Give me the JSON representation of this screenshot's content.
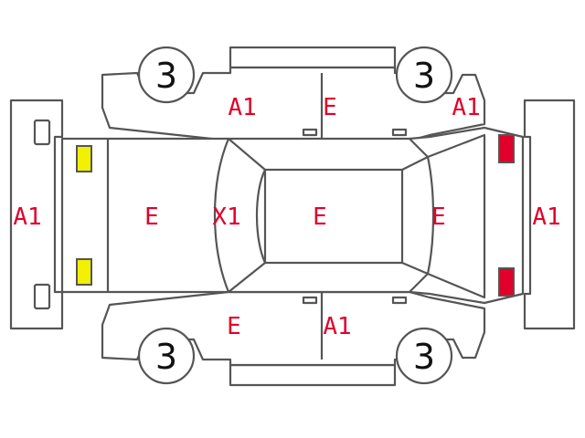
{
  "marks": {
    "rear_bumper": "A1",
    "trunk": "E",
    "rear_window": "X1",
    "roof": "E",
    "hood": "E",
    "front_bumper": "A1",
    "left_rear_quarter": "A1",
    "left_rear_door": "E",
    "left_front_fender": "A1",
    "right_rear_quarter": "E",
    "right_rear_door": "A1"
  },
  "tires": {
    "top_left": "3",
    "top_right": "3",
    "bottom_left": "3",
    "bottom_right": "3"
  },
  "colors": {
    "mark_text": "#e0002a",
    "rear_lamps": "#f2ef00",
    "front_lamps": "#e0002a",
    "outline": "#555555"
  }
}
